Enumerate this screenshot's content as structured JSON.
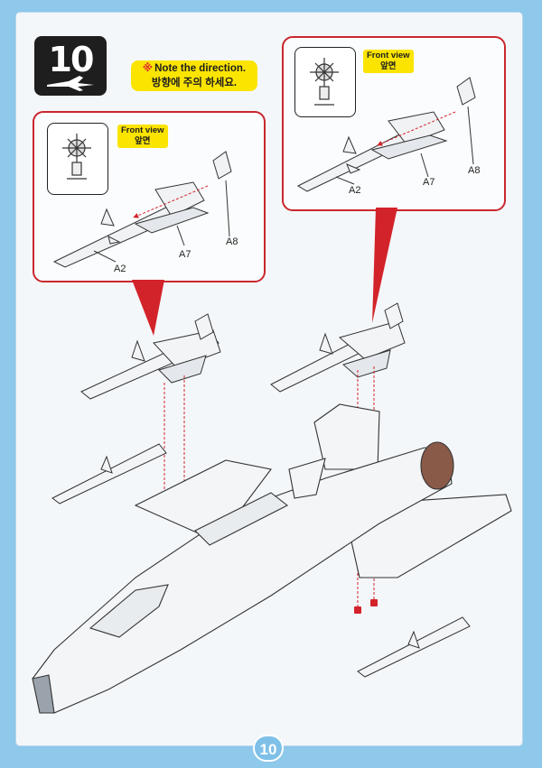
{
  "step": {
    "number": "10"
  },
  "note": {
    "marker": "※",
    "line1": "Note the direction.",
    "line2": "방향에 주의 하세요."
  },
  "detail_left": {
    "front_view_en": "Front view",
    "front_view_ko": "앞면",
    "labels": {
      "a2": "A2",
      "a7": "A7",
      "a8": "A8"
    }
  },
  "detail_right": {
    "front_view_en": "Front view",
    "front_view_ko": "앞면",
    "labels": {
      "a2": "A2",
      "a7": "A7",
      "a8": "A8"
    }
  },
  "page_number": "10",
  "colors": {
    "background": "#8ec8ea",
    "callout_red": "#c9272d",
    "highlight_yellow": "#fbe400"
  }
}
